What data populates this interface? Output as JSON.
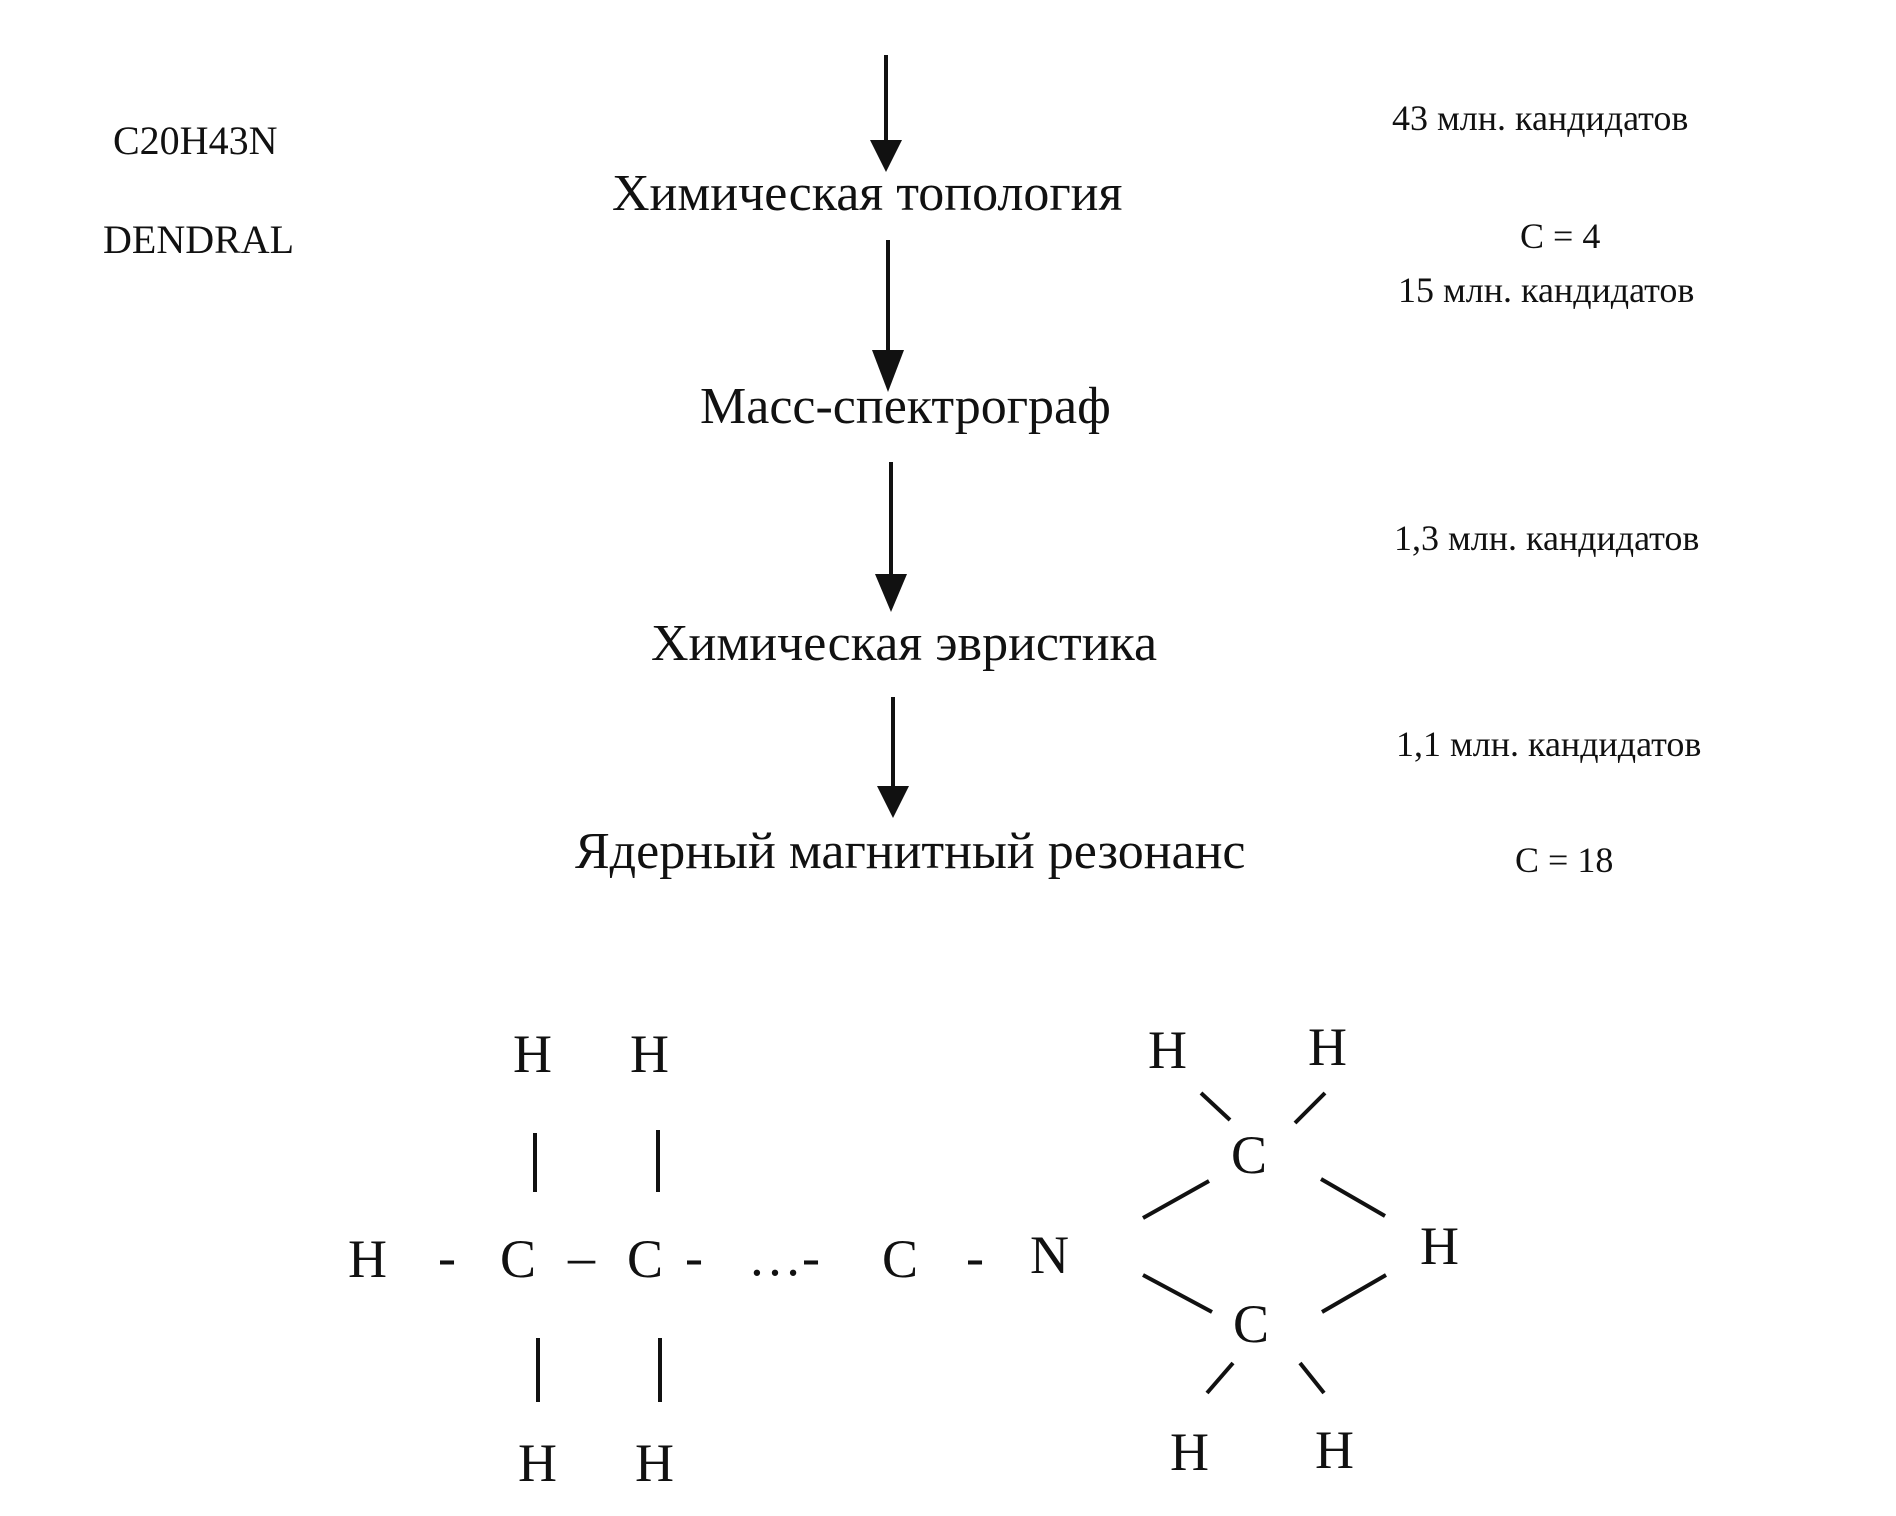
{
  "formula": "C20H43N",
  "system_name": "DENDRAL",
  "stages": [
    "Химическая топология",
    "Масс-спектрограф",
    "Химическая эвристика",
    "Ядерный магнитный резонанс"
  ],
  "counts": [
    "43 млн. кандидатов",
    "C = 4",
    "15 млн. кандидатов",
    "1,3 млн. кандидатов",
    "1,1 млн. кандидатов",
    "C = 18"
  ],
  "molecule": {
    "atom_h": "H",
    "atom_c": "C",
    "atom_n": "N",
    "bond_dash": "-",
    "bond_en_dash": "–",
    "chain_ellipsis": "…-"
  },
  "colors": {
    "ink": "#111111",
    "background": "#ffffff"
  }
}
